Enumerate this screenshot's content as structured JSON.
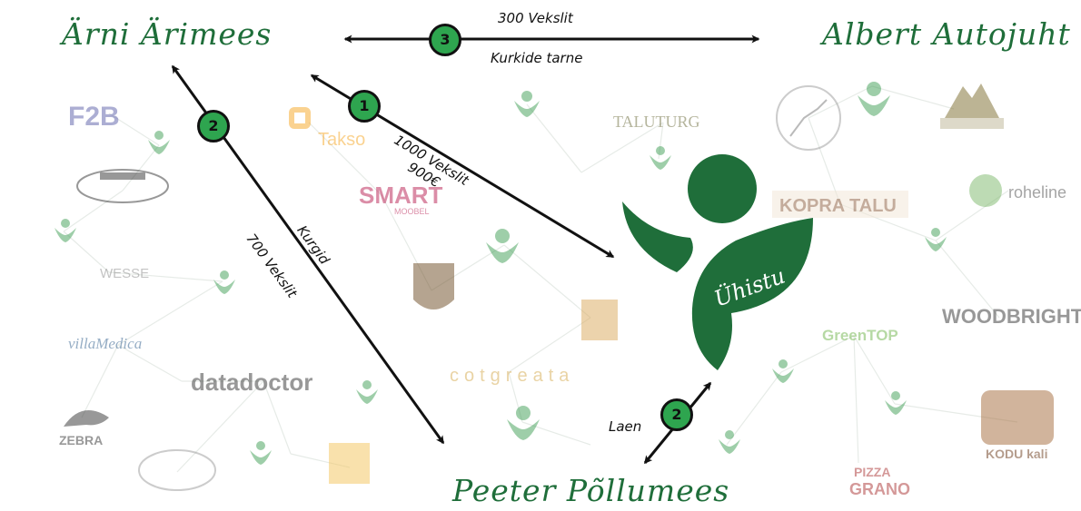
{
  "actors": {
    "arni": "Ärni Ärimees",
    "albert": "Albert Autojuht",
    "peeter": "Peeter Põllumees",
    "center": "Ühistu"
  },
  "flows": [
    {
      "step": "3",
      "label_top": "300 Vekslit",
      "label_bottom": "Kurkide tarne"
    },
    {
      "step": "1",
      "label_top": "1000 Vekslit",
      "label_bottom": "900€"
    },
    {
      "step": "2",
      "label_top": "Kurgid",
      "label_bottom": "700 Vekslit"
    },
    {
      "step": "2",
      "label": "Laen"
    }
  ],
  "background_logos": {
    "fb": "F2B",
    "takso": "Takso",
    "smart": "SMART",
    "smart_sub": "MOOBEL",
    "taluturg": "TALUTURG",
    "kopra": "KOPRA TALU",
    "roheline": "roheline",
    "woodbright": "WOODBRIGHT",
    "greentop": "GreenTOP",
    "wesse": "WESSE",
    "villamedica": "villaMedica",
    "datadoctor": "datadoctor",
    "zebra": "ZEBRA",
    "pizza": "PIZZA",
    "pizza2": "GRANO",
    "kodu": "KODU kali"
  },
  "colors": {
    "brand_green": "#1f6e3a",
    "badge_green": "#2ea54f",
    "arrow": "#111111"
  }
}
